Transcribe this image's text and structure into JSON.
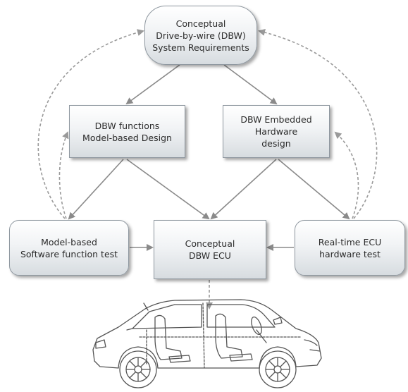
{
  "nodes": {
    "requirements": [
      "Conceptual",
      "Drive-by-wire (DBW)",
      "System Requirements"
    ],
    "functions": [
      "DBW functions",
      "Model-based Design"
    ],
    "hardware": [
      "DBW Embedded",
      "Hardware",
      "design"
    ],
    "software_test": [
      "Model-based",
      "Software function test"
    ],
    "ecu": [
      "Conceptual",
      "DBW ECU"
    ],
    "hw_test": [
      "Real-time ECU",
      "hardware test"
    ]
  },
  "colors": {
    "arrow_solid": "#8a8a8a",
    "arrow_dashed": "#9a9a9a",
    "box_border": "#8f98a0",
    "car_stroke": "#555555"
  },
  "icons": {
    "vehicle": "car-icon"
  }
}
